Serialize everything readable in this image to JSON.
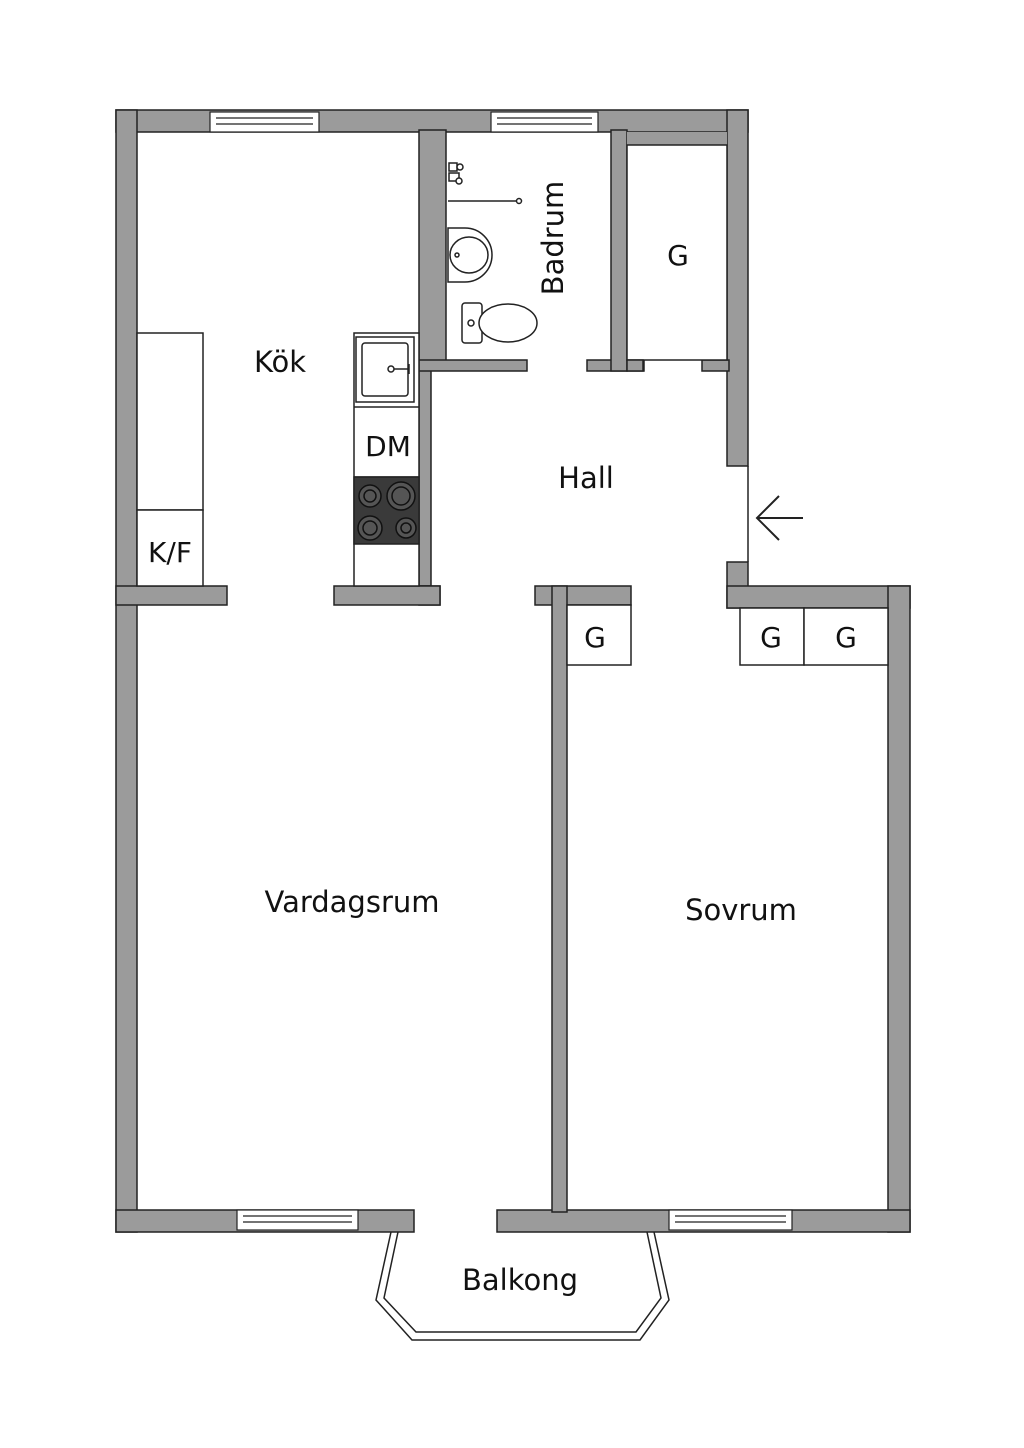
{
  "rooms": {
    "kok": "Kök",
    "badrum": "Badrum",
    "hall": "Hall",
    "vardagsrum": "Vardagsrum",
    "sovrum": "Sovrum",
    "balkong": "Balkong"
  },
  "fixtures": {
    "dishwasher": "DM",
    "fridge_freezer": "K/F",
    "wardrobe": "G"
  },
  "colors": {
    "wall": "#9b9b9b",
    "outline": "#222222",
    "stove": "#3a3a3a"
  }
}
